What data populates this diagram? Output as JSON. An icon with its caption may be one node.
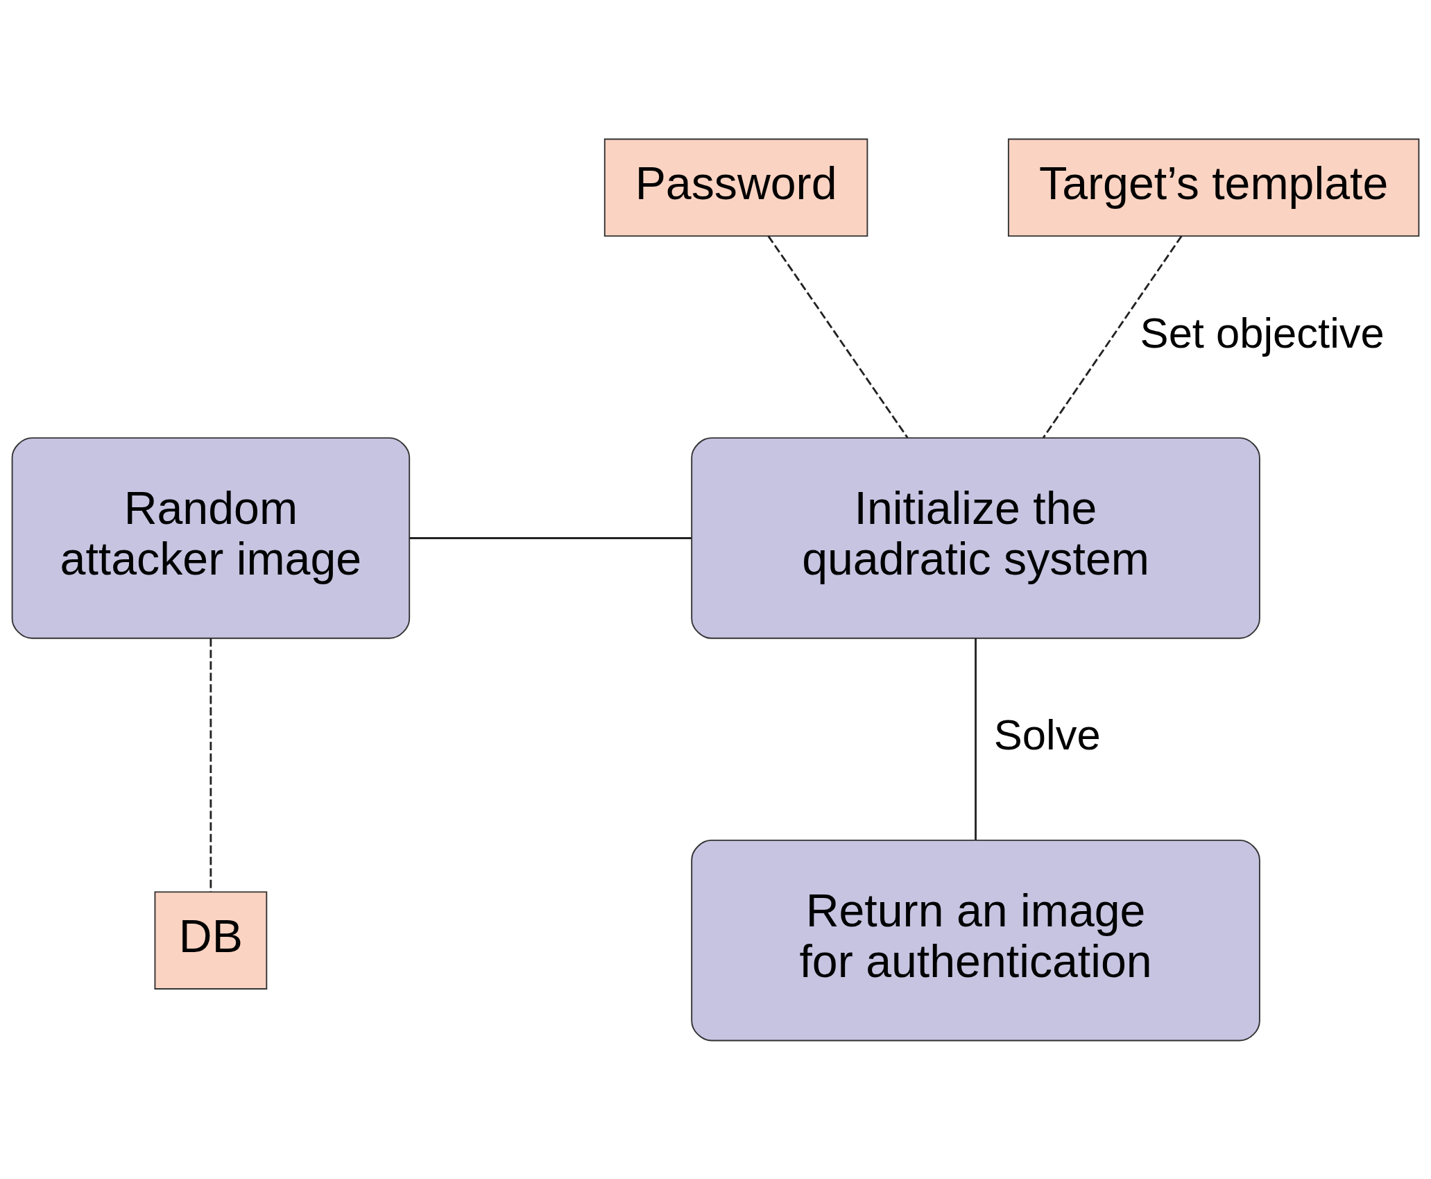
{
  "diagram": {
    "nodes": [
      {
        "text": [
          "Password"
        ]
      },
      {
        "text": [
          "Target’s template"
        ]
      },
      {
        "text": [
          "Random attacker image"
        ]
      },
      {
        "text": [
          "Initialize the quadratic system"
        ]
      },
      {
        "text": [
          "DB"
        ]
      },
      {
        "text": [
          "Return an image for authentication"
        ]
      }
    ],
    "edges": [
      {
        "from": 0,
        "to": 3,
        "arrow": "none",
        "style": "dashed"
      },
      {
        "from": 1,
        "to": 3,
        "arrow": "none",
        "style": "dashed",
        "label": "Set objective"
      },
      {
        "from": 2,
        "to": 3,
        "arrow": "none"
      },
      {
        "from": 2,
        "to": 4,
        "arrow": "none",
        "style": "dashed"
      },
      {
        "from": 3,
        "to": 5,
        "arrow": "none",
        "label": "Solve"
      }
    ]
  }
}
